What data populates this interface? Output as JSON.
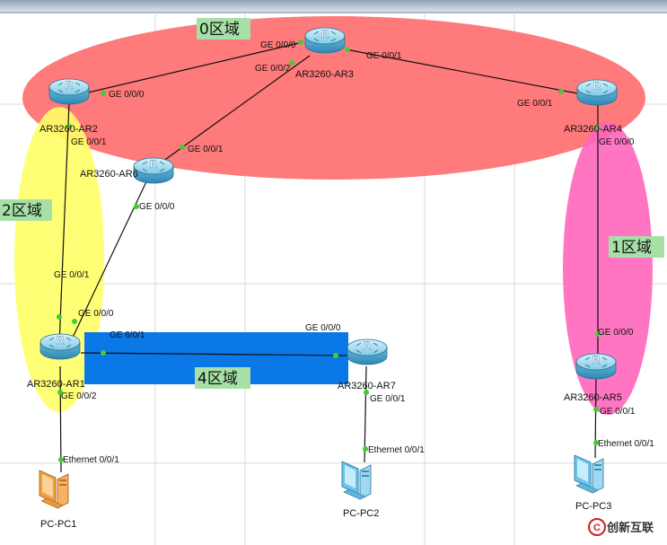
{
  "areas": {
    "area0": "0区域",
    "area1": "1区域",
    "area2": "2区域",
    "area4": "4区域"
  },
  "devices": {
    "ar1": "AR3260-AR1",
    "ar2": "AR3260-AR2",
    "ar3": "AR3260-AR3",
    "ar4": "AR3260-AR4",
    "ar5": "AR3260-AR5",
    "ar6": "AR3260-AR6",
    "ar7": "AR3260-AR7",
    "pc1": "PC-PC1",
    "pc2": "PC-PC2",
    "pc3": "PC-PC3"
  },
  "ports": {
    "ar3_g000": "GE 0/0/0",
    "ar3_g001": "GE 0/0/1",
    "ar3_g002": "GE 0/0/2",
    "ar2_g000": "GE 0/0/0",
    "ar2_g001": "GE 0/0/1",
    "ar4_g001": "GE 0/0/1",
    "ar4_g000": "GE 0/0/0",
    "ar6_g001": "GE 0/0/1",
    "ar6_g000": "GE 0/0/0",
    "ar1_g001": "GE 0/0/1",
    "ar1_g000": "GE 0/0/0",
    "ar1_g601": "GE 6/0/1",
    "ar1_g002": "GE 0/0/2",
    "ar7_g000": "GE 0/0/0",
    "ar7_g001": "GE 0/0/1",
    "ar5_g000": "GE 0/0/0",
    "ar5_g001": "GE 0/0/1",
    "pc1_eth": "Ethernet 0/0/1",
    "pc2_eth": "Ethernet 0/0/1",
    "pc3_eth": "Ethernet 0/0/1"
  },
  "watermark": "创新互联"
}
